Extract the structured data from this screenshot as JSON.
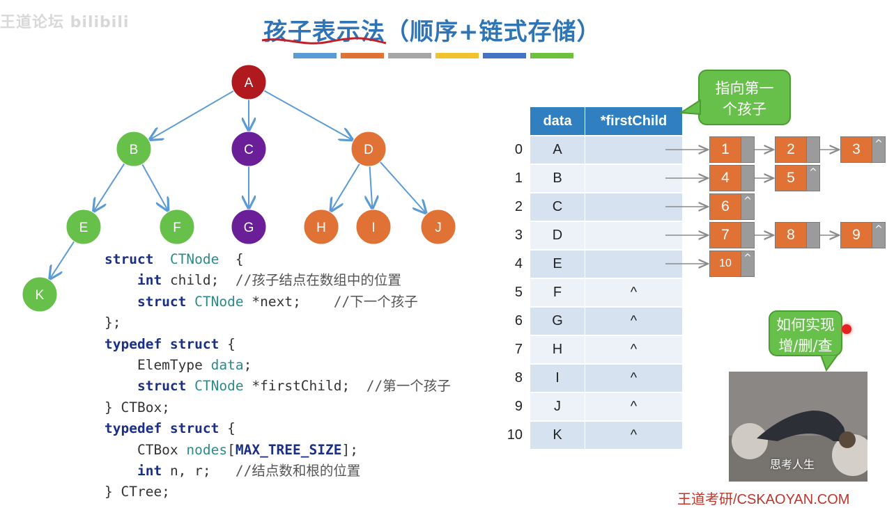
{
  "watermark": "王道论坛 bilibili",
  "title": "孩子表示法（顺序+链式存储）",
  "accent_colors": [
    "#5b9bd5",
    "#e07235",
    "#a5a5a5",
    "#f2c12e",
    "#4472c4",
    "#70c040"
  ],
  "tree": {
    "nodes": [
      {
        "id": "A",
        "label": "A",
        "color": "#b0191e"
      },
      {
        "id": "B",
        "label": "B",
        "color": "#66c049"
      },
      {
        "id": "C",
        "label": "C",
        "color": "#6a1e98"
      },
      {
        "id": "D",
        "label": "D",
        "color": "#e07235"
      },
      {
        "id": "E",
        "label": "E",
        "color": "#66c049"
      },
      {
        "id": "F",
        "label": "F",
        "color": "#66c049"
      },
      {
        "id": "G",
        "label": "G",
        "color": "#6a1e98"
      },
      {
        "id": "H",
        "label": "H",
        "color": "#e07235"
      },
      {
        "id": "I",
        "label": "I",
        "color": "#e07235"
      },
      {
        "id": "J",
        "label": "J",
        "color": "#e07235"
      },
      {
        "id": "K",
        "label": "K",
        "color": "#66c049"
      }
    ],
    "edges": [
      [
        "A",
        "B"
      ],
      [
        "A",
        "C"
      ],
      [
        "A",
        "D"
      ],
      [
        "B",
        "E"
      ],
      [
        "B",
        "F"
      ],
      [
        "C",
        "G"
      ],
      [
        "D",
        "H"
      ],
      [
        "D",
        "I"
      ],
      [
        "D",
        "J"
      ],
      [
        "E",
        "K"
      ]
    ]
  },
  "code_lines": [
    [
      [
        "kw",
        "struct"
      ],
      [
        "",
        "  "
      ],
      [
        "ty",
        "CTNode"
      ],
      [
        "",
        "  {"
      ]
    ],
    [
      [
        "",
        "    "
      ],
      [
        "kw",
        "int"
      ],
      [
        "",
        " child;  "
      ],
      [
        "cm",
        "//孩子结点在数组中的位置"
      ]
    ],
    [
      [
        "",
        "    "
      ],
      [
        "kw",
        "struct"
      ],
      [
        "",
        " "
      ],
      [
        "ty",
        "CTNode"
      ],
      [
        "",
        " *next;    "
      ],
      [
        "cm",
        "//下一个孩子"
      ]
    ],
    [
      [
        "",
        "};"
      ]
    ],
    [
      [
        "kw",
        "typedef struct"
      ],
      [
        "",
        " {"
      ]
    ],
    [
      [
        "",
        "    ElemType "
      ],
      [
        "ty",
        "data"
      ],
      [
        "",
        ";"
      ]
    ],
    [
      [
        "",
        "    "
      ],
      [
        "kw",
        "struct"
      ],
      [
        "",
        " "
      ],
      [
        "ty",
        "CTNode"
      ],
      [
        "",
        " *firstChild;  "
      ],
      [
        "cm",
        "//第一个孩子"
      ]
    ],
    [
      [
        "",
        "} CTBox;"
      ]
    ],
    [
      [
        "kw",
        "typedef struct"
      ],
      [
        "",
        " {"
      ]
    ],
    [
      [
        "",
        "    CTBox "
      ],
      [
        "ty",
        "nodes"
      ],
      [
        "",
        "["
      ],
      [
        "kw",
        "MAX_TREE_SIZE"
      ],
      [
        "",
        "];"
      ]
    ],
    [
      [
        "",
        "    "
      ],
      [
        "kw",
        "int"
      ],
      [
        "",
        " n, r;   "
      ],
      [
        "cm",
        "//结点数和根的位置"
      ]
    ],
    [
      [
        "",
        "} CTree;"
      ]
    ]
  ],
  "table": {
    "headers": [
      "data",
      "*firstChild"
    ],
    "rows": [
      {
        "index": "0",
        "data": "A",
        "first": ""
      },
      {
        "index": "1",
        "data": "B",
        "first": ""
      },
      {
        "index": "2",
        "data": "C",
        "first": ""
      },
      {
        "index": "3",
        "data": "D",
        "first": ""
      },
      {
        "index": "4",
        "data": "E",
        "first": ""
      },
      {
        "index": "5",
        "data": "F",
        "first": "^"
      },
      {
        "index": "6",
        "data": "G",
        "first": "^"
      },
      {
        "index": "7",
        "data": "H",
        "first": "^"
      },
      {
        "index": "8",
        "data": "I",
        "first": "^"
      },
      {
        "index": "9",
        "data": "J",
        "first": "^"
      },
      {
        "index": "10",
        "data": "K",
        "first": "^"
      }
    ]
  },
  "chains": [
    {
      "row": 0,
      "nodes": [
        {
          "v": "1",
          "ptr": ""
        },
        {
          "v": "2",
          "ptr": ""
        },
        {
          "v": "3",
          "ptr": "^"
        }
      ]
    },
    {
      "row": 1,
      "nodes": [
        {
          "v": "4",
          "ptr": ""
        },
        {
          "v": "5",
          "ptr": "^"
        }
      ]
    },
    {
      "row": 2,
      "nodes": [
        {
          "v": "6",
          "ptr": "^"
        }
      ]
    },
    {
      "row": 3,
      "nodes": [
        {
          "v": "7",
          "ptr": ""
        },
        {
          "v": "8",
          "ptr": ""
        },
        {
          "v": "9",
          "ptr": "^"
        }
      ]
    },
    {
      "row": 4,
      "nodes": [
        {
          "v": "10",
          "ptr": "^"
        }
      ]
    }
  ],
  "bubble_first_child": {
    "line1": "指向第一",
    "line2": "个孩子"
  },
  "bubble_ops": {
    "line1": "如何实现",
    "line2": "增/删/查"
  },
  "photo_caption": "思考人生",
  "footer": "王道考研/CSKAOYAN.COM"
}
